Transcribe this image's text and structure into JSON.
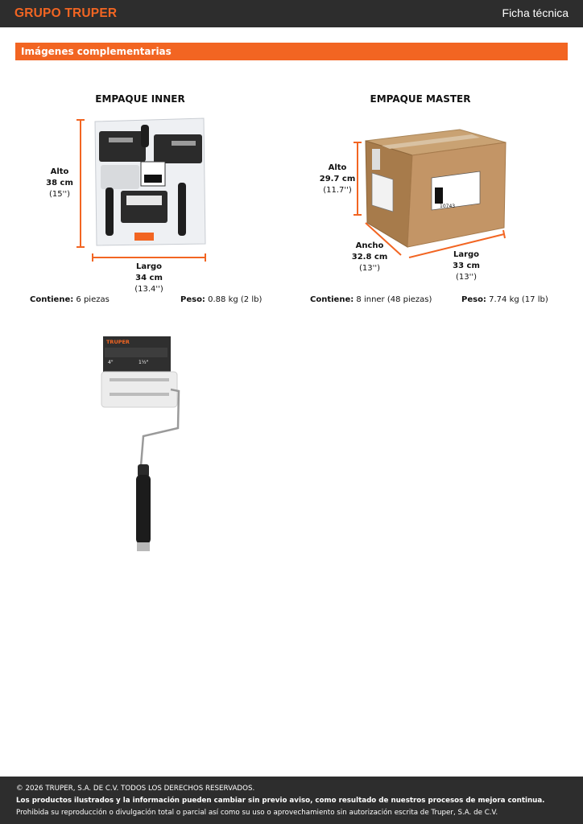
{
  "header": {
    "logo": "GRUPO TRUPER",
    "doc_title": "Ficha técnica"
  },
  "section": {
    "title": "Imágenes complementarias"
  },
  "inner": {
    "title": "EMPAQUE INNER",
    "alto": {
      "label": "Alto",
      "value": "38 cm",
      "inches": "(15'')"
    },
    "largo": {
      "label": "Largo",
      "value": "34 cm",
      "inches": "(13.4'')"
    },
    "contiene_label": "Contiene:",
    "contiene_value": "6 piezas",
    "peso_label": "Peso:",
    "peso_value": "0.88 kg (2 lb)"
  },
  "master": {
    "title": "EMPAQUE MASTER",
    "alto": {
      "label": "Alto",
      "value": "29.7 cm",
      "inches": "(11.7'')"
    },
    "ancho": {
      "label": "Ancho",
      "value": "32.8 cm",
      "inches": "(13'')"
    },
    "largo": {
      "label": "Largo",
      "value": "33 cm",
      "inches": "(13'')"
    },
    "contiene_label": "Contiene:",
    "contiene_value": "8 inner (48 piezas)",
    "peso_label": "Peso:",
    "peso_value": "7.74 kg (17 lb)",
    "box_code": "10743"
  },
  "product": {
    "brand": "TRUPER",
    "size_a": "4\"",
    "size_b": "1½\""
  },
  "footer": {
    "line1": "© 2026 TRUPER, S.A. DE C.V. TODOS LOS DERECHOS RESERVADOS.",
    "line2": "Los productos ilustrados y la información pueden cambiar sin previo aviso, como resultado de nuestros procesos de mejora continua.",
    "line3": "Prohibida su reproducción o divulgación total o parcial así como su uso o aprovechamiento sin autorización escrita de Truper, S.A. de C.V."
  },
  "colors": {
    "accent": "#f26522",
    "dark": "#2d2d2d"
  }
}
